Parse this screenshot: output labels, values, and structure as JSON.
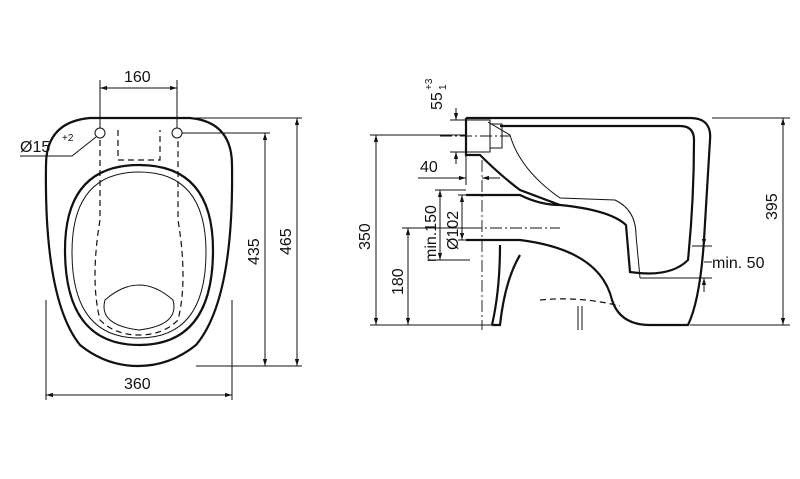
{
  "top_view": {
    "hole_spacing": "160",
    "hole_diameter": "Ø15",
    "hole_diameter_tolerance": "+2",
    "inner_length": "435",
    "total_length": "465",
    "width": "360"
  },
  "side_view": {
    "inlet_height": "55",
    "inlet_tol_upper": "+3",
    "inlet_tol_lower": "1",
    "inlet_offset": "40",
    "outlet_min_height": "min.150",
    "outlet_diameter": "Ø102",
    "rim_height": "350",
    "outlet_center_height": "180",
    "total_height": "395",
    "min_clearance": "min. 50"
  }
}
